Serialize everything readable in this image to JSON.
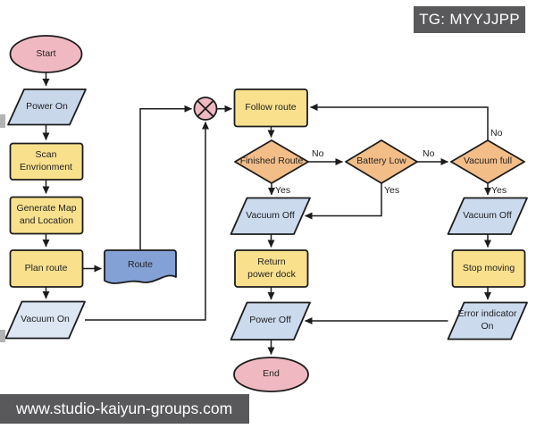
{
  "title_tag": {
    "label": "TG: MYYJJPP"
  },
  "website_bar": {
    "label": "www.studio-kaiyun-groups.com"
  },
  "flowchart": {
    "nodes": {
      "start": {
        "label": "Start",
        "type": "terminator"
      },
      "power_on": {
        "label": "Power On",
        "type": "data"
      },
      "scan_environment": {
        "label": "Scan Envrionment",
        "type": "process"
      },
      "generate_map": {
        "label": "Generate Map and Location",
        "type": "process"
      },
      "plan_route": {
        "label": "Plan route",
        "type": "process"
      },
      "vacuum_on": {
        "label": "Vacuum On",
        "type": "data"
      },
      "route_doc": {
        "label": "Route",
        "type": "document"
      },
      "follow_route": {
        "label": "Follow route",
        "type": "process"
      },
      "finished_route": {
        "label": "Finished Route",
        "type": "decision"
      },
      "battery_low": {
        "label": "Battery Low",
        "type": "decision"
      },
      "vacuum_full": {
        "label": "Vacuum full",
        "type": "decision"
      },
      "vacuum_off_left": {
        "label": "Vacuum Off",
        "type": "data"
      },
      "vacuum_off_right": {
        "label": "Vacuum Off",
        "type": "data"
      },
      "return_power_dock": {
        "label": "Return power dock",
        "type": "process"
      },
      "stop_moving": {
        "label": "Stop moving",
        "type": "process"
      },
      "power_off": {
        "label": "Power Off",
        "type": "data"
      },
      "error_indicator": {
        "label": "Error indicator On",
        "type": "data"
      },
      "end": {
        "label": "End",
        "type": "terminator"
      }
    },
    "edge_labels": {
      "finished_no": "No",
      "battery_no": "No",
      "vacuum_no": "No",
      "finished_yes": "Yes",
      "battery_yes": "Yes",
      "vacuum_yes": "Yes"
    },
    "colors": {
      "terminator": "#f0b9c1",
      "process": "#f9e08d",
      "decision": "#f3bd88",
      "data": "#ccdaee",
      "data_light": "#dde7f3",
      "data_mid": "#c9d7eb",
      "document": "#84a1d6",
      "stroke": "#1c1c1c",
      "watermark_bg": "#59585b"
    }
  }
}
